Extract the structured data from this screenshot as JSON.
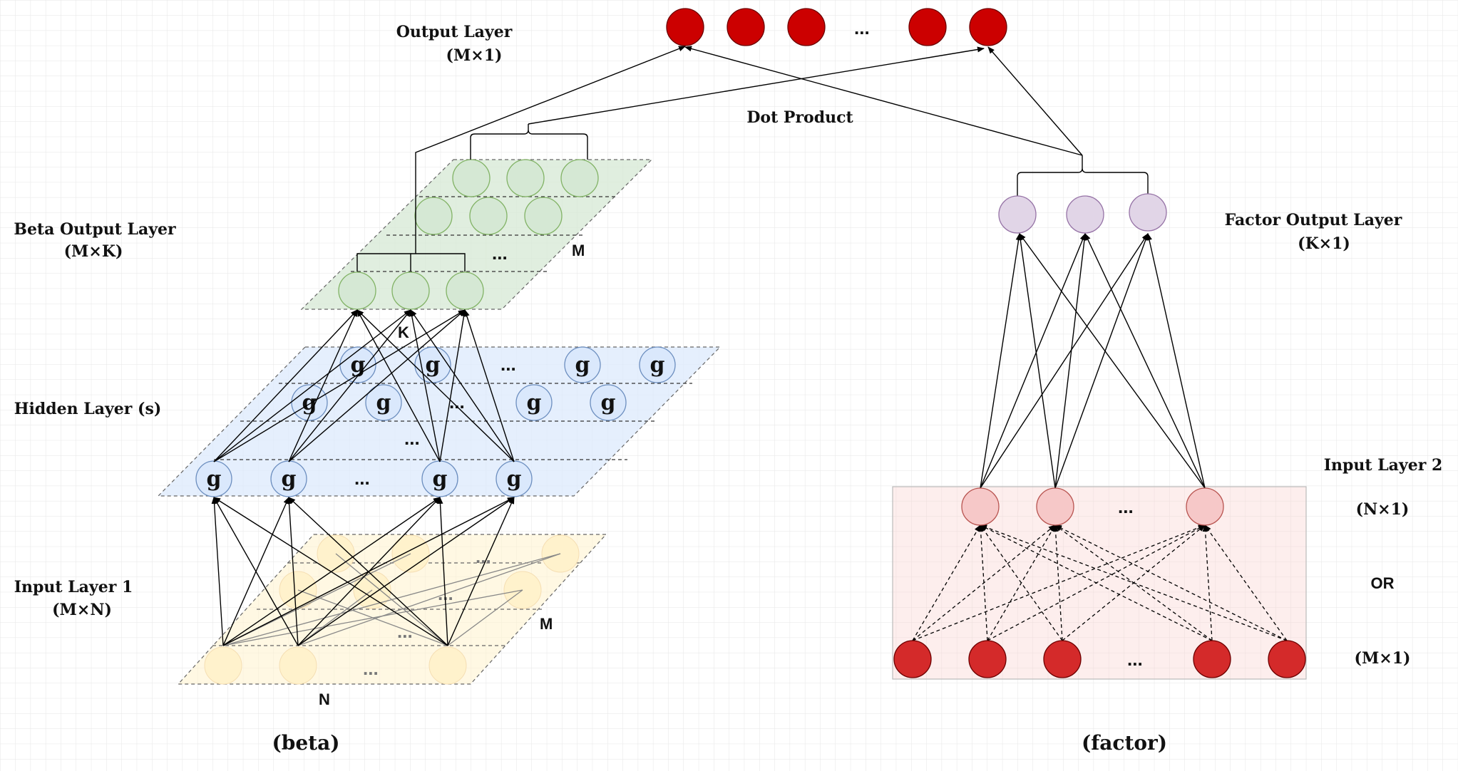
{
  "labels": {
    "output_layer": "Output Layer",
    "output_layer_dim": "(M×1)",
    "dot_product": "Dot Product",
    "beta_output_layer": "Beta Output Layer",
    "beta_output_layer_dim": "(M×K)",
    "hidden_layer": "Hidden Layer (s)",
    "input_layer_1": "Input Layer 1",
    "input_layer_1_dim": "(M×N)",
    "factor_output_layer": "Factor Output Layer",
    "factor_output_layer_dim": "(K×1)",
    "input_layer_2": "Input Layer 2",
    "input_layer_2_dim_n": "(N×1)",
    "or": "OR",
    "input_layer_2_dim_m": "(M×1)",
    "beta_caption": "(beta)",
    "factor_caption": "(factor)",
    "letter_m_top": "M",
    "letter_k": "K",
    "letter_m_bottom": "M",
    "letter_n": "N",
    "ellipsis": "...",
    "g": "g"
  },
  "colors": {
    "output_red": "#cc0000",
    "input2_red": "#d42a2a",
    "input2_pink": "#f6c8c8",
    "beta_green_fill": "#d5e8d4",
    "beta_green_stroke": "#82b366",
    "hidden_blue_fill": "#dae8fc",
    "hidden_blue_stroke": "#6c8ebf",
    "input1_yellow_fill": "#fff2cc",
    "factor_purple_fill": "#e1d5e7",
    "factor_purple_stroke": "#9673a6"
  }
}
